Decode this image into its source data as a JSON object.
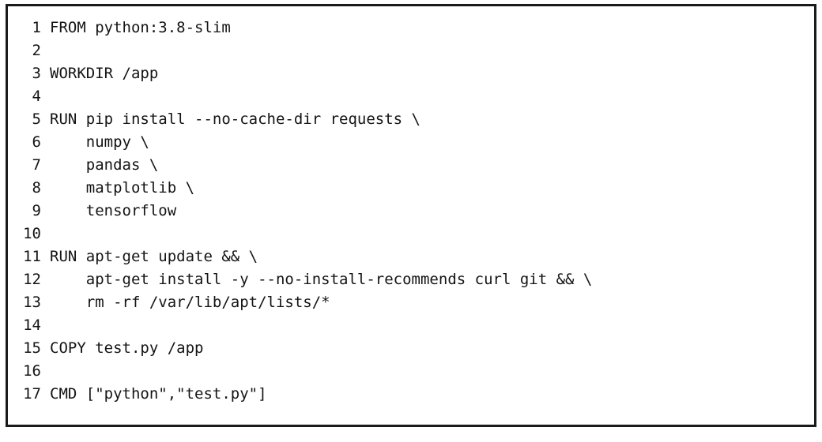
{
  "viewer": {
    "name": "dockerfile-code-listing",
    "language": "dockerfile",
    "border_color": "#1a1a1a",
    "background_color": "#ffffff",
    "text_color": "#141414",
    "total_lines": 17
  },
  "lines": [
    {
      "number": "1",
      "text": "FROM python:3.8-slim"
    },
    {
      "number": "2",
      "text": ""
    },
    {
      "number": "3",
      "text": "WORKDIR /app"
    },
    {
      "number": "4",
      "text": ""
    },
    {
      "number": "5",
      "text": "RUN pip install --no-cache-dir requests \\"
    },
    {
      "number": "6",
      "text": "    numpy \\"
    },
    {
      "number": "7",
      "text": "    pandas \\"
    },
    {
      "number": "8",
      "text": "    matplotlib \\"
    },
    {
      "number": "9",
      "text": "    tensorflow"
    },
    {
      "number": "10",
      "text": ""
    },
    {
      "number": "11",
      "text": "RUN apt-get update && \\"
    },
    {
      "number": "12",
      "text": "    apt-get install -y --no-install-recommends curl git && \\"
    },
    {
      "number": "13",
      "text": "    rm -rf /var/lib/apt/lists/*"
    },
    {
      "number": "14",
      "text": ""
    },
    {
      "number": "15",
      "text": "COPY test.py /app"
    },
    {
      "number": "16",
      "text": ""
    },
    {
      "number": "17",
      "text": "CMD [\"python\",\"test.py\"]"
    }
  ]
}
